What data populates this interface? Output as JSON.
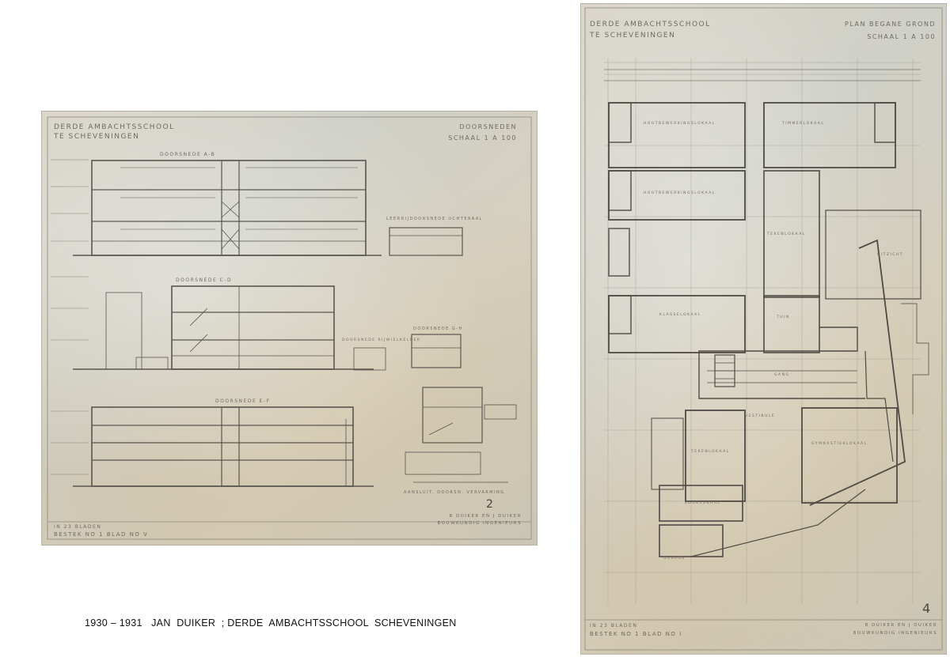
{
  "caption": "1930 – 1931   JAN  DUIKER  ; DERDE  AMBACHTSSCHOOL  SCHEVENINGEN",
  "left_sheet": {
    "title_line1": "DERDE AMBACHTSSCHOOL",
    "title_line2": "TE SCHEVENINGEN",
    "sheet_type": "DOORSNEDEN",
    "scale": "SCHAAL 1 A 100",
    "section_ab": "DOORSNEDE A-B",
    "section_cd": "DOORSNEDE C-D",
    "section_ef": "DOORSNEDE E-F",
    "section_gh": "DOORSNEDE G-H",
    "lesroom_section": "LEERRIJDOORSNEDE UCHTERAAL",
    "detail_section": "DOORSNEDE RIJWIELKELDER",
    "detail_note": "AANSLUIT. DOORSN. VERVARMING",
    "sheet_count": "IN 23 BLADEN",
    "sheet_number": "BESTEK No 1 BLAD No V",
    "signature_line1": "B DUIKER EN J DUIKER",
    "signature_line2": "BOUWKUNDIG INGENIEURS",
    "handwritten_mark": "2"
  },
  "right_sheet": {
    "title_line1": "DERDE AMBACHTSSCHOOL",
    "title_line2": "TE SCHEVENINGEN",
    "sheet_type": "PLAN BEGANE GROND",
    "scale": "SCHAAL 1 A 100",
    "room_labels": [
      "HOUTBEWERKINGSLOKAAL",
      "TIMMERLOKAAL",
      "HOUTBEWERKINGSLOKAAL",
      "TEKENLOKAAL",
      "KLASSELOKAAL",
      "TUIN",
      "UITZICHT",
      "GANG",
      "VESTIBULE",
      "TEKENLOKAAL",
      "GYMNASTIEKLOKAAL",
      "KOOKLOKAAL",
      "GARAGE"
    ],
    "sheet_count": "IN 23 BLADEN",
    "sheet_number": "BESTEK No 1 BLAD No I",
    "signature_line1": "B DUIKER EN J DUIKER",
    "signature_line2": "BOUWKUNDIG INGENIEURS",
    "handwritten_mark": "4"
  }
}
